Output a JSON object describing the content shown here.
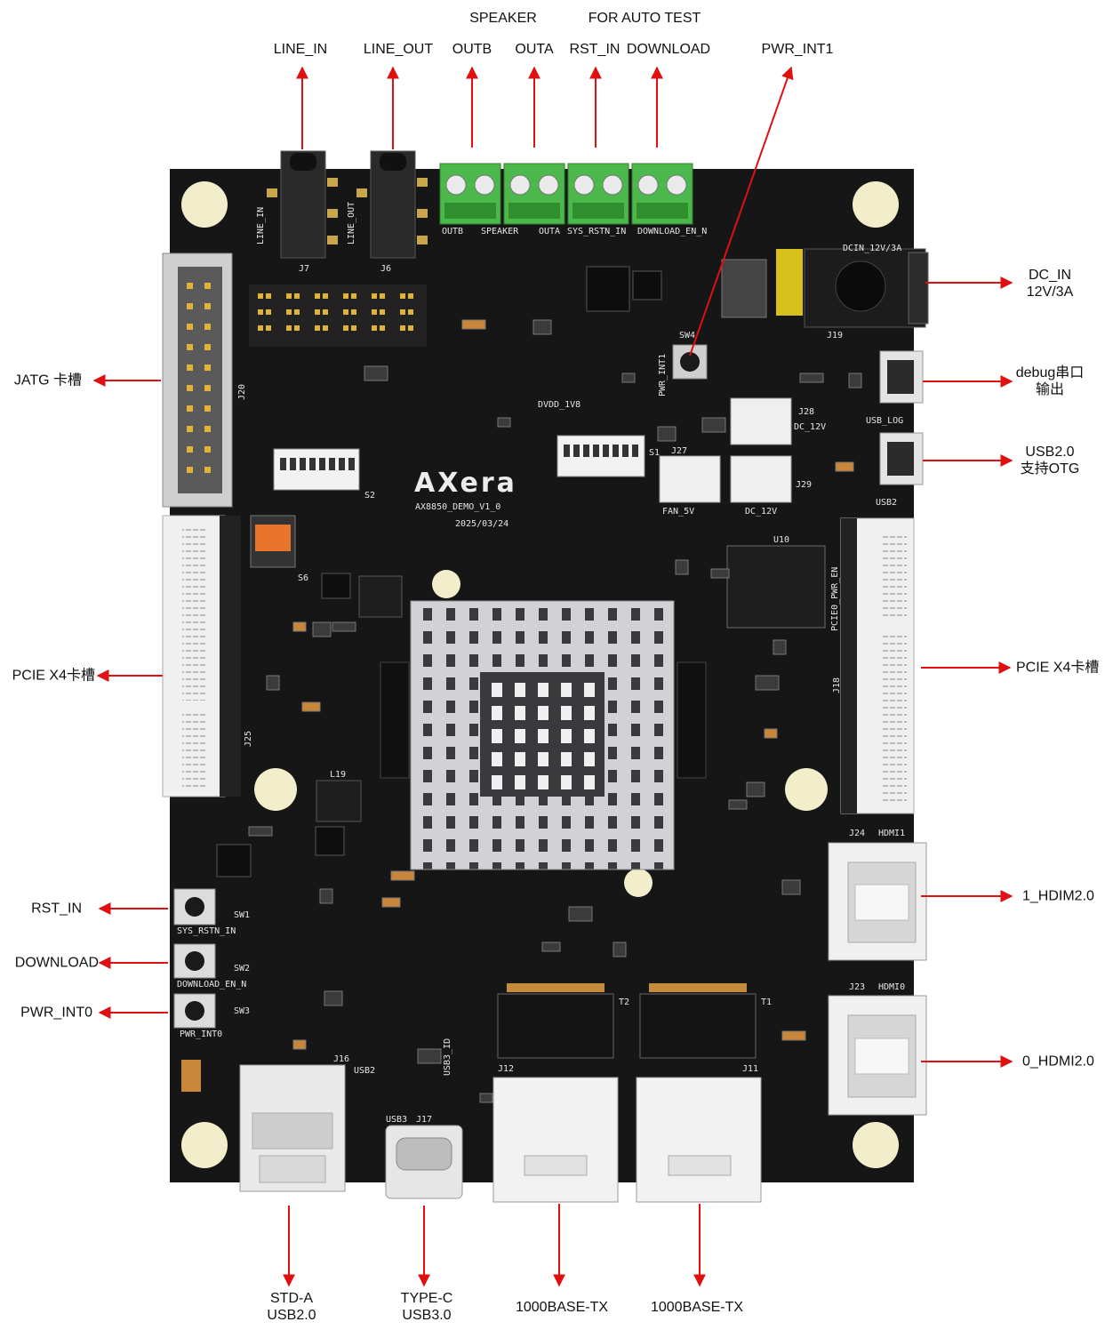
{
  "colors": {
    "board": "#161616",
    "arrow": "#e01010",
    "terminal": "#4cb84c",
    "heatsink": "#c8c8cc",
    "connector": "#e8e8e8"
  },
  "callouts": {
    "speaker": "SPEAKER",
    "auto_test": "FOR AUTO TEST",
    "line_in": "LINE_IN",
    "line_out": "LINE_OUT",
    "outb": "OUTB",
    "outa": "OUTA",
    "rst_in_top": "RST_IN",
    "download_top": "DOWNLOAD",
    "pwr_int1": "PWR_INT1",
    "dc_in_1": "DC_IN",
    "dc_in_2": "12V/3A",
    "debug_1": "debug串口",
    "debug_2": "输出",
    "usb2_1": "USB2.0",
    "usb2_2": "支持OTG",
    "jatg": "JATG 卡槽",
    "pcie_left": "PCIE X4卡槽",
    "pcie_right": "PCIE X4卡槽",
    "rst_in_left": "RST_IN",
    "download_left": "DOWNLOAD",
    "pwr_int0": "PWR_INT0",
    "hdmi1": "1_HDIM2.0",
    "hdmi0": "0_HDMI2.0",
    "std_a_1": "STD-A",
    "std_a_2": "USB2.0",
    "type_c_1": "TYPE-C",
    "type_c_2": "USB3.0",
    "eth_left": "1000BASE-TX",
    "eth_right": "1000BASE-TX"
  },
  "silkscreen": {
    "brand": "AXera",
    "board_name": "AX8850_DEMO_V1_0",
    "date": "2025/03/24",
    "outb": "OUTB",
    "speaker": "SPEAKER",
    "outa": "OUTA",
    "sys_rstn_in": "SYS_RSTN_IN",
    "download_en_n": "DOWNLOAD_EN_N",
    "dcin": "DCIN_12V/3A",
    "j7": "J7",
    "j6": "J6",
    "line_in": "LINE_IN",
    "line_out": "LINE_OUT",
    "j20": "J20",
    "j25": "J25",
    "j18": "J18",
    "j19": "J19",
    "j28": "J28",
    "j29": "J29",
    "j27": "J27",
    "fan": "FAN_5V",
    "dc12v_a": "DC_12V",
    "dc12v_b": "DC_12V",
    "sw4": "SW4",
    "pwr_int1": "PWR_INT1",
    "usb_log": "USB_LOG",
    "usb2": "USB2",
    "j24": "J24",
    "hdmi1": "HDMI1",
    "j23": "J23",
    "hdmi0": "HDMI0",
    "t1": "T1",
    "t2": "T2",
    "j11": "J11",
    "j12": "J12",
    "j17": "J17",
    "usb3": "USB3",
    "usb3_id": "USB3_ID",
    "j16": "J16",
    "usb2_b": "USB2",
    "sw1": "SW1",
    "sw2": "SW2",
    "sw3": "SW3",
    "sys_rstn_in_b": "SYS_RSTN_IN",
    "download_en_n_b": "DOWNLOAD_EN_N",
    "pwr_int0": "PWR_INT0",
    "s1": "S1",
    "s2": "S2",
    "s6": "S6",
    "u10": "U10",
    "l19": "L19",
    "dvdd": "DVDD_1V8",
    "pcie0_pwr_en": "PCIE0_PWR_EN"
  }
}
